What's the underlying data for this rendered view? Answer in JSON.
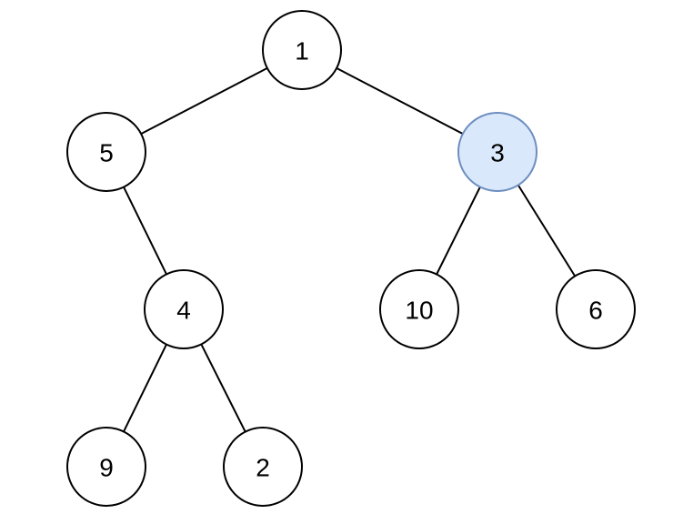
{
  "tree": {
    "nodes": [
      {
        "id": "n1",
        "label": "1",
        "highlighted": false
      },
      {
        "id": "n5",
        "label": "5",
        "highlighted": false
      },
      {
        "id": "n3",
        "label": "3",
        "highlighted": true
      },
      {
        "id": "n4",
        "label": "4",
        "highlighted": false
      },
      {
        "id": "n10",
        "label": "10",
        "highlighted": false
      },
      {
        "id": "n6",
        "label": "6",
        "highlighted": false
      },
      {
        "id": "n9",
        "label": "9",
        "highlighted": false
      },
      {
        "id": "n2",
        "label": "2",
        "highlighted": false
      }
    ],
    "edges": [
      {
        "from": "n1",
        "to": "n5"
      },
      {
        "from": "n1",
        "to": "n3"
      },
      {
        "from": "n5",
        "to": "n4"
      },
      {
        "from": "n3",
        "to": "n10"
      },
      {
        "from": "n3",
        "to": "n6"
      },
      {
        "from": "n4",
        "to": "n9"
      },
      {
        "from": "n4",
        "to": "n2"
      }
    ],
    "colors": {
      "node_fill": "#ffffff",
      "node_stroke": "#000000",
      "highlight_fill": "#dae8fc",
      "highlight_stroke": "#6c8ebf",
      "edge": "#000000"
    }
  }
}
